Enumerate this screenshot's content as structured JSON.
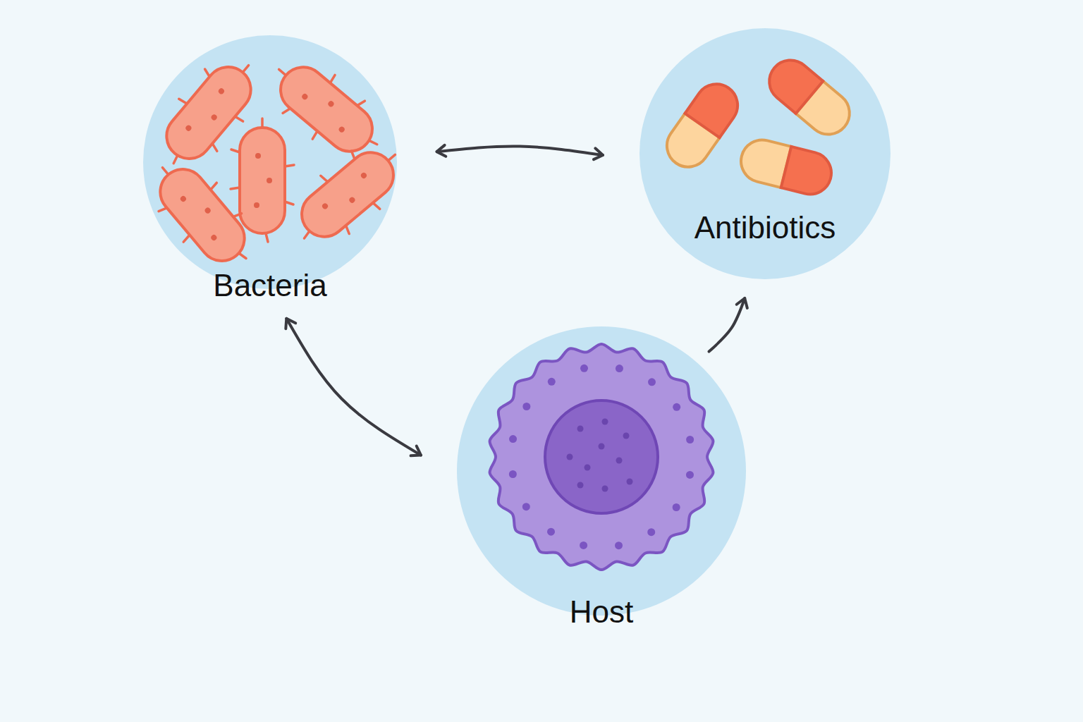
{
  "diagram": {
    "nodes": [
      {
        "text": [
          "Bacteria"
        ]
      },
      {
        "text": [
          "Antibiotics"
        ]
      },
      {
        "text": [
          "Host"
        ]
      }
    ],
    "edges": [
      {
        "from": 0,
        "to": 1,
        "arrow": "both"
      },
      {
        "from": 0,
        "to": 2,
        "arrow": "both"
      },
      {
        "from": 2,
        "to": 1,
        "arrow": "to"
      }
    ]
  }
}
